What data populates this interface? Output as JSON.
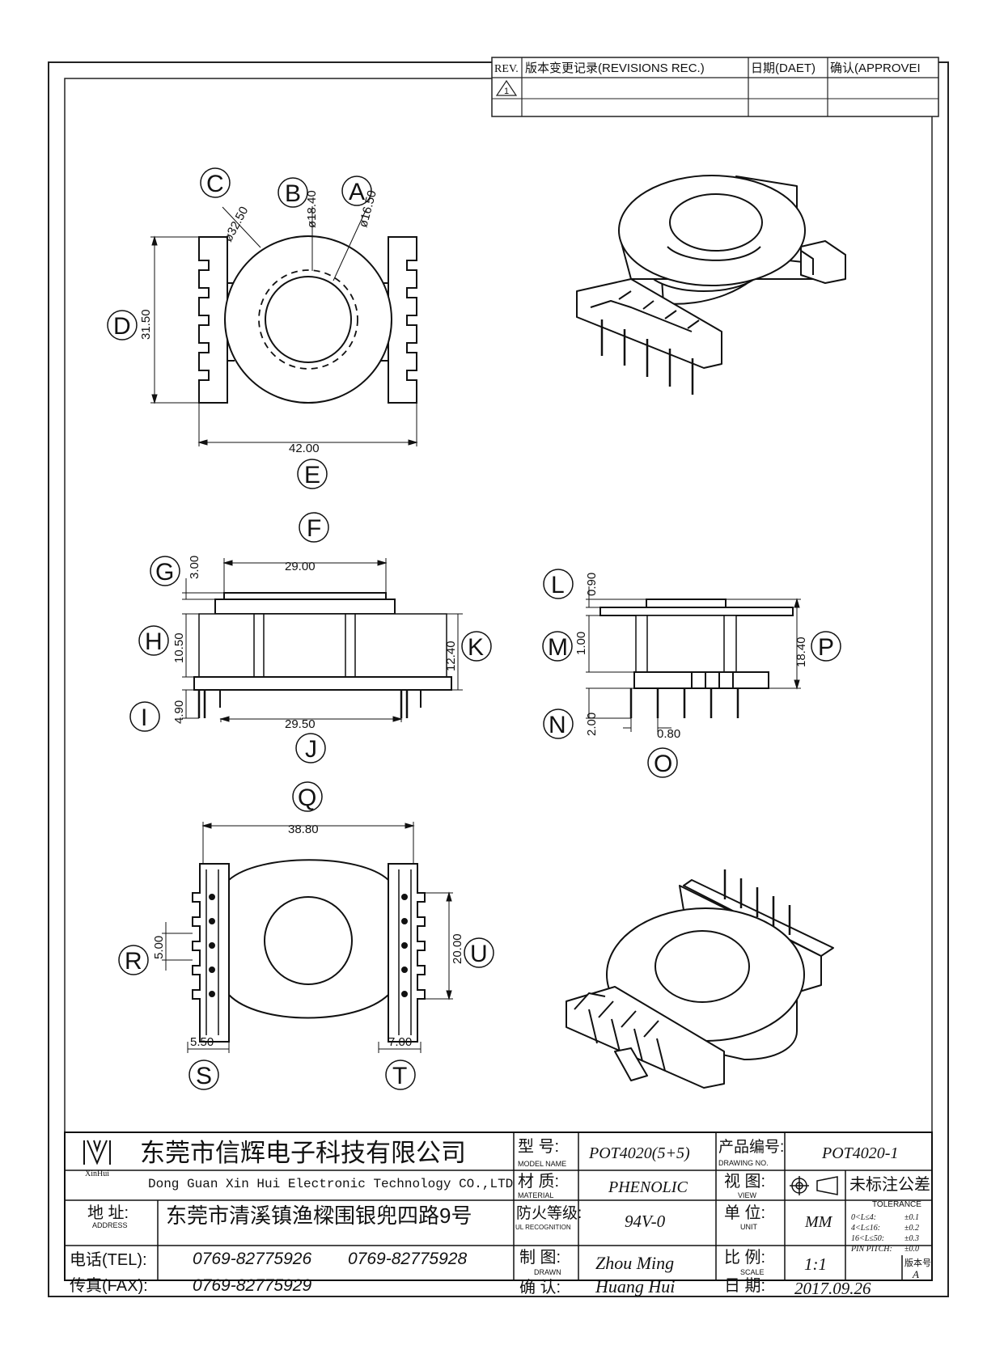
{
  "revision_table": {
    "headers": [
      "REV.",
      "版本变更记录(REVISIONS REC.)",
      "日期(DAET)",
      "确认(APPROVEI"
    ],
    "rows": [
      {
        "rev": "1",
        "description": "",
        "date": "",
        "approve": ""
      }
    ]
  },
  "views": {
    "top": {
      "letters": [
        "C",
        "B",
        "A",
        "D",
        "E"
      ],
      "dims": {
        "C": "ø32.50",
        "B": "ø18.40",
        "A": "ø16.50",
        "D": "31.50",
        "E": "42.00"
      }
    },
    "front": {
      "letters": [
        "F",
        "G",
        "H",
        "I",
        "J",
        "K"
      ],
      "dims": {
        "F": "29.00",
        "G": "3.00",
        "H": "10.50",
        "I": "4.90",
        "J": "29.50",
        "K": "12.40"
      }
    },
    "side": {
      "letters": [
        "L",
        "M",
        "N",
        "O",
        "P"
      ],
      "dims": {
        "L": "0.90",
        "M": "1.00",
        "N": "2.00",
        "O": "0.80",
        "P": "18.40"
      }
    },
    "bottom": {
      "letters": [
        "Q",
        "R",
        "S",
        "T",
        "U"
      ],
      "dims": {
        "Q": "38.80",
        "R": "5.00",
        "S": "5.50",
        "T": "7.00",
        "U": "20.00"
      }
    }
  },
  "title_block": {
    "logo_text": "XinHui",
    "company_cn": "东莞市信辉电子科技有限公司",
    "company_en": "Dong Guan Xin Hui Electronic Technology CO.,LTD",
    "address_label": "地 址:",
    "address_label_en": "ADDRESS",
    "address": "东莞市清溪镇渔樑围银兜四路9号",
    "tel_label": "电话(TEL):",
    "tel1": "0769-82775926",
    "tel2": "0769-82775928",
    "fax_label": "传真(FAX):",
    "fax": "0769-82775929",
    "model_label": "型 号:",
    "model_label_en": "MODEL NAME",
    "model": "POT4020(5+5)",
    "material_label": "材 质:",
    "material_label_en": "MATERIAL",
    "material": "PHENOLIC",
    "fire_label": "防火等级:",
    "fire_label_en": "UL RECOGNITION",
    "fire": "94V-0",
    "drawn_label": "制 图:",
    "drawn_label_en": "DRAWN",
    "drawn": "Zhou Ming",
    "confirm_label": "确 认:",
    "confirm": "Huang Hui",
    "drawing_no_label": "产品编号:",
    "drawing_no_label_en": "DRAWING NO.",
    "drawing_no": "POT4020-1",
    "view_label": "视 图:",
    "view_label_en": "VIEW",
    "unit_label": "单 位:",
    "unit_label_en": "UNIT",
    "unit": "MM",
    "scale_label": "比 例:",
    "scale_label_en": "SCALE",
    "scale": "1:1",
    "date_label": "日 期:",
    "date": "2017.09.26",
    "tolerance_title": "未标注公差",
    "tolerance_title_en": "TOLERANCE",
    "tolerance_rows": [
      {
        "range": "0<L≤4:",
        "value": "±0.1"
      },
      {
        "range": "4<L≤16:",
        "value": "±0.2"
      },
      {
        "range": "16<L≤50:",
        "value": "±0.3"
      },
      {
        "range": "PIN PITCH:",
        "value": "±0.0"
      }
    ],
    "version_label": "版本号",
    "version": "A"
  }
}
